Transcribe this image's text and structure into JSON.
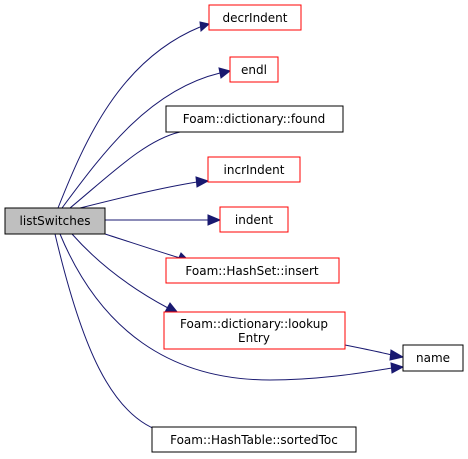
{
  "colors": {
    "edge": "#191970",
    "root_fill": "#bfbfbf",
    "node_fill": "#ffffff",
    "border_default": "#000000",
    "border_red": "#ff0000"
  },
  "nodes": {
    "listSwitches": {
      "label": "listSwitches",
      "border": "black",
      "fill": "root"
    },
    "decrIndent": {
      "label": "decrIndent",
      "border": "red"
    },
    "endl": {
      "label": "endl",
      "border": "red"
    },
    "found": {
      "label": "Foam::dictionary::found",
      "border": "black"
    },
    "incrIndent": {
      "label": "incrIndent",
      "border": "red"
    },
    "indent": {
      "label": "indent",
      "border": "red"
    },
    "insert": {
      "label": "Foam::HashSet::insert",
      "border": "red"
    },
    "lookupEntry": {
      "label_lines": [
        "Foam::dictionary::lookup",
        "Entry"
      ],
      "border": "red"
    },
    "name": {
      "label": "name",
      "border": "black"
    },
    "sortedToc": {
      "label": "Foam::HashTable::sortedToc",
      "border": "black"
    }
  }
}
